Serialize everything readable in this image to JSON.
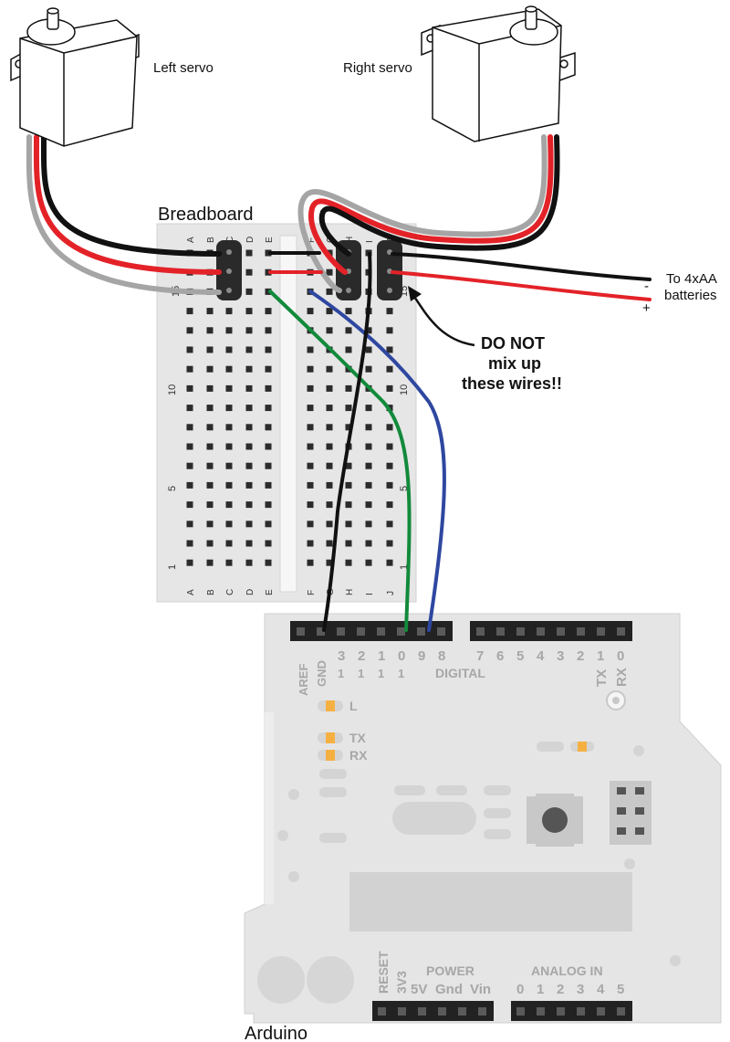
{
  "labels": {
    "left_servo": "Left servo",
    "right_servo": "Right servo",
    "breadboard": "Breadboard",
    "arduino": "Arduino",
    "battery_line1": "To 4xAA",
    "battery_line2": "batteries",
    "minus": "-",
    "plus": "+",
    "warning_line1": "DO NOT",
    "warning_line2": "mix up",
    "warning_line3": "these wires!!"
  },
  "breadboard": {
    "cols_left": [
      "A",
      "B",
      "C",
      "D",
      "E"
    ],
    "cols_right": [
      "F",
      "G",
      "H",
      "I",
      "J"
    ],
    "row_labels": [
      "15",
      "10",
      "5",
      "1"
    ]
  },
  "arduino": {
    "header_left_top": [
      "AREF",
      "GND",
      "3",
      "2",
      "1",
      "0",
      "9",
      "8"
    ],
    "header_left_sub": [
      "1",
      "1",
      "1",
      "1"
    ],
    "digital": "DIGITAL",
    "header_right_top": [
      "7",
      "6",
      "5",
      "4",
      "3",
      "2",
      "1",
      "0"
    ],
    "tx_rx": [
      "TX",
      "RX"
    ],
    "leds": [
      "L",
      "TX",
      "RX"
    ],
    "power_labels": [
      "RESET",
      "3V3",
      "5V",
      "Gnd",
      "Vin"
    ],
    "power": "POWER",
    "analog": "ANALOG IN",
    "analog_pins": [
      "0",
      "1",
      "2",
      "3",
      "4",
      "5"
    ]
  },
  "colors": {
    "wire_red": "#e32228",
    "wire_black": "#111111",
    "wire_white": "#a5a5a5",
    "wire_green": "#128a3b",
    "wire_blue": "#2e47a0",
    "board_gray": "#e5e5e5",
    "led_amber": "#f5b042"
  }
}
